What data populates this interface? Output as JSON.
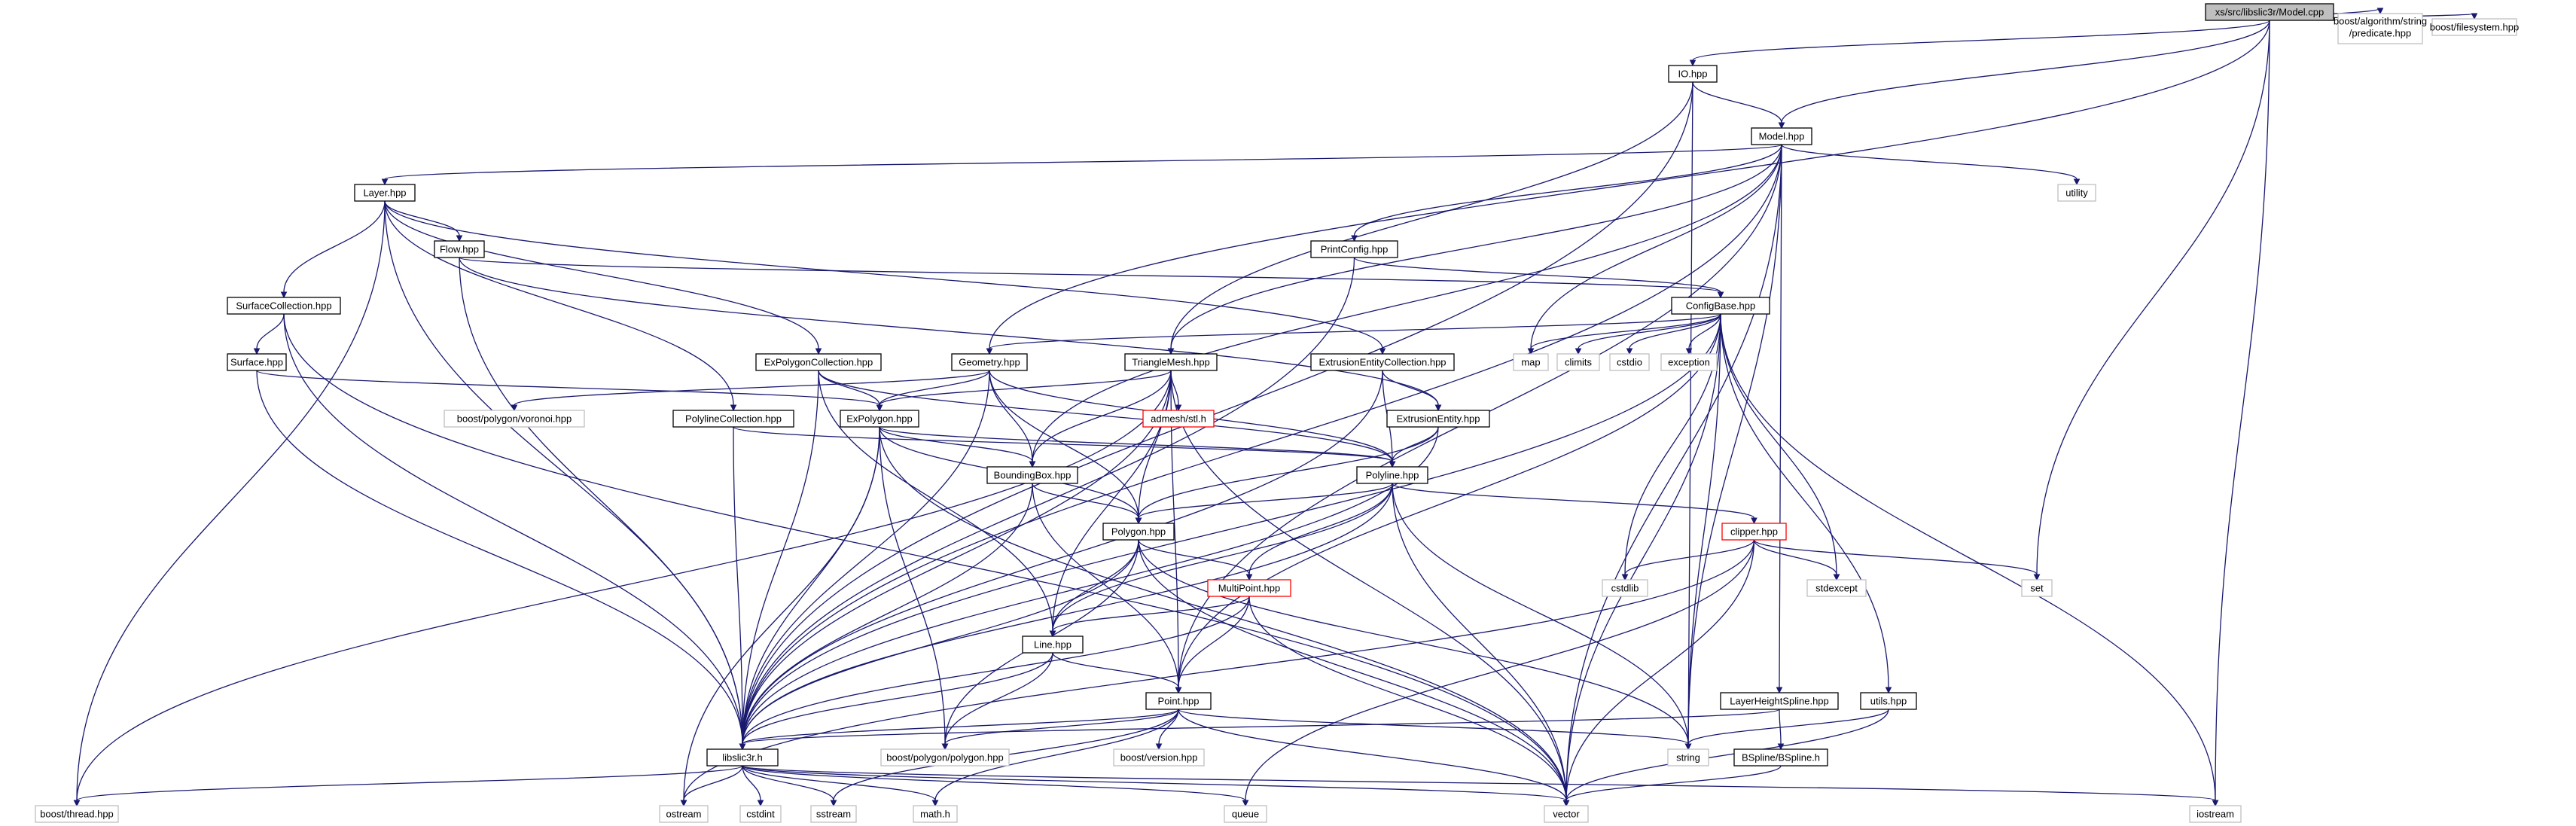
{
  "colors": {
    "edge": "#191970",
    "normal_border": "#000000",
    "normal_fill": "#ffffff",
    "root_border": "#000000",
    "root_fill": "#bfbfbf",
    "red_border": "#ff0000",
    "external_border": "#bfbfbf",
    "text": "#000000"
  },
  "nodes": [
    {
      "id": "model_cpp",
      "label": "xs/src/libslic3r/Model.cpp",
      "kind": "root"
    },
    {
      "id": "io_hpp",
      "label": "IO.hpp",
      "kind": "normal"
    },
    {
      "id": "predicate_hpp",
      "label": [
        "boost/algorithm/string",
        "/predicate.hpp"
      ],
      "kind": "external"
    },
    {
      "id": "filesystem_hpp",
      "label": "boost/filesystem.hpp",
      "kind": "external"
    },
    {
      "id": "model_hpp",
      "label": "Model.hpp",
      "kind": "normal"
    },
    {
      "id": "layer_hpp",
      "label": "Layer.hpp",
      "kind": "normal"
    },
    {
      "id": "utility",
      "label": "utility",
      "kind": "external"
    },
    {
      "id": "flow_hpp",
      "label": "Flow.hpp",
      "kind": "normal"
    },
    {
      "id": "printconfig_hpp",
      "label": "PrintConfig.hpp",
      "kind": "normal"
    },
    {
      "id": "surfacecollection_hpp",
      "label": "SurfaceCollection.hpp",
      "kind": "normal"
    },
    {
      "id": "configbase_hpp",
      "label": "ConfigBase.hpp",
      "kind": "normal"
    },
    {
      "id": "surface_hpp",
      "label": "Surface.hpp",
      "kind": "normal"
    },
    {
      "id": "expolygoncollection_hpp",
      "label": "ExPolygonCollection.hpp",
      "kind": "normal"
    },
    {
      "id": "geometry_hpp",
      "label": "Geometry.hpp",
      "kind": "normal"
    },
    {
      "id": "trianglemesh_hpp",
      "label": "TriangleMesh.hpp",
      "kind": "normal"
    },
    {
      "id": "extrusionentitycollection_hpp",
      "label": "ExtrusionEntityCollection.hpp",
      "kind": "normal"
    },
    {
      "id": "map",
      "label": "map",
      "kind": "external"
    },
    {
      "id": "climits",
      "label": "climits",
      "kind": "external"
    },
    {
      "id": "cstdio",
      "label": "cstdio",
      "kind": "external"
    },
    {
      "id": "exception",
      "label": "exception",
      "kind": "external"
    },
    {
      "id": "voronoi_hpp",
      "label": "boost/polygon/voronoi.hpp",
      "kind": "external"
    },
    {
      "id": "polylinecollection_hpp",
      "label": "PolylineCollection.hpp",
      "kind": "normal"
    },
    {
      "id": "expolygon_hpp",
      "label": "ExPolygon.hpp",
      "kind": "normal"
    },
    {
      "id": "admesh_stl_h",
      "label": "admesh/stl.h",
      "kind": "red"
    },
    {
      "id": "extrusionentity_hpp",
      "label": "ExtrusionEntity.hpp",
      "kind": "normal"
    },
    {
      "id": "boundingbox_hpp",
      "label": "BoundingBox.hpp",
      "kind": "normal"
    },
    {
      "id": "polyline_hpp",
      "label": "Polyline.hpp",
      "kind": "normal"
    },
    {
      "id": "polygon_hpp",
      "label": "Polygon.hpp",
      "kind": "normal"
    },
    {
      "id": "clipper_hpp",
      "label": "clipper.hpp",
      "kind": "red"
    },
    {
      "id": "cstdlib",
      "label": "cstdlib",
      "kind": "external"
    },
    {
      "id": "stdexcept",
      "label": "stdexcept",
      "kind": "external"
    },
    {
      "id": "set",
      "label": "set",
      "kind": "external"
    },
    {
      "id": "multipoint_hpp",
      "label": "MultiPoint.hpp",
      "kind": "red"
    },
    {
      "id": "line_hpp",
      "label": "Line.hpp",
      "kind": "normal"
    },
    {
      "id": "point_hpp",
      "label": "Point.hpp",
      "kind": "normal"
    },
    {
      "id": "layerheightspline_hpp",
      "label": "LayerHeightSpline.hpp",
      "kind": "normal"
    },
    {
      "id": "utils_hpp",
      "label": "utils.hpp",
      "kind": "normal"
    },
    {
      "id": "libslic3r_h",
      "label": "libslic3r.h",
      "kind": "normal"
    },
    {
      "id": "polygon_polygon_hpp",
      "label": "boost/polygon/polygon.hpp",
      "kind": "external"
    },
    {
      "id": "version_hpp",
      "label": "boost/version.hpp",
      "kind": "external"
    },
    {
      "id": "string",
      "label": "string",
      "kind": "external"
    },
    {
      "id": "bspline_h",
      "label": "BSpline/BSpline.h",
      "kind": "normal"
    },
    {
      "id": "thread_hpp",
      "label": "boost/thread.hpp",
      "kind": "external"
    },
    {
      "id": "ostream",
      "label": "ostream",
      "kind": "external"
    },
    {
      "id": "cstdint",
      "label": "cstdint",
      "kind": "external"
    },
    {
      "id": "sstream",
      "label": "sstream",
      "kind": "external"
    },
    {
      "id": "math_h",
      "label": "math.h",
      "kind": "external"
    },
    {
      "id": "queue",
      "label": "queue",
      "kind": "external"
    },
    {
      "id": "vector",
      "label": "vector",
      "kind": "external"
    },
    {
      "id": "iostream",
      "label": "iostream",
      "kind": "external"
    }
  ],
  "edges": [
    [
      "model_cpp",
      "io_hpp"
    ],
    [
      "model_cpp",
      "predicate_hpp"
    ],
    [
      "model_cpp",
      "filesystem_hpp"
    ],
    [
      "model_cpp",
      "model_hpp"
    ],
    [
      "model_cpp",
      "geometry_hpp"
    ],
    [
      "model_cpp",
      "set"
    ],
    [
      "model_cpp",
      "iostream"
    ],
    [
      "io_hpp",
      "model_hpp"
    ],
    [
      "io_hpp",
      "trianglemesh_hpp"
    ],
    [
      "io_hpp",
      "libslic3r_h"
    ],
    [
      "io_hpp",
      "string"
    ],
    [
      "model_hpp",
      "layer_hpp"
    ],
    [
      "model_hpp",
      "utility"
    ],
    [
      "model_hpp",
      "printconfig_hpp"
    ],
    [
      "model_hpp",
      "trianglemesh_hpp"
    ],
    [
      "model_hpp",
      "boundingbox_hpp"
    ],
    [
      "model_hpp",
      "map"
    ],
    [
      "model_hpp",
      "point_hpp"
    ],
    [
      "model_hpp",
      "layerheightspline_hpp"
    ],
    [
      "model_hpp",
      "libslic3r_h"
    ],
    [
      "model_hpp",
      "string"
    ],
    [
      "model_hpp",
      "vector"
    ],
    [
      "layer_hpp",
      "flow_hpp"
    ],
    [
      "layer_hpp",
      "surfacecollection_hpp"
    ],
    [
      "layer_hpp",
      "expolygoncollection_hpp"
    ],
    [
      "layer_hpp",
      "polylinecollection_hpp"
    ],
    [
      "layer_hpp",
      "extrusionentitycollection_hpp"
    ],
    [
      "layer_hpp",
      "libslic3r_h"
    ],
    [
      "layer_hpp",
      "thread_hpp"
    ],
    [
      "flow_hpp",
      "configbase_hpp"
    ],
    [
      "flow_hpp",
      "extrusionentity_hpp"
    ],
    [
      "flow_hpp",
      "libslic3r_h"
    ],
    [
      "printconfig_hpp",
      "configbase_hpp"
    ],
    [
      "printconfig_hpp",
      "libslic3r_h"
    ],
    [
      "surfacecollection_hpp",
      "surface_hpp"
    ],
    [
      "surfacecollection_hpp",
      "vector"
    ],
    [
      "surfacecollection_hpp",
      "libslic3r_h"
    ],
    [
      "surface_hpp",
      "expolygon_hpp"
    ],
    [
      "surface_hpp",
      "libslic3r_h"
    ],
    [
      "configbase_hpp",
      "geometry_hpp"
    ],
    [
      "configbase_hpp",
      "map"
    ],
    [
      "configbase_hpp",
      "climits"
    ],
    [
      "configbase_hpp",
      "cstdio"
    ],
    [
      "configbase_hpp",
      "cstdlib"
    ],
    [
      "configbase_hpp",
      "exception"
    ],
    [
      "configbase_hpp",
      "stdexcept"
    ],
    [
      "configbase_hpp",
      "string"
    ],
    [
      "configbase_hpp",
      "vector"
    ],
    [
      "configbase_hpp",
      "iostream"
    ],
    [
      "configbase_hpp",
      "point_hpp"
    ],
    [
      "configbase_hpp",
      "utils_hpp"
    ],
    [
      "configbase_hpp",
      "libslic3r_h"
    ],
    [
      "expolygoncollection_hpp",
      "expolygon_hpp"
    ],
    [
      "expolygoncollection_hpp",
      "line_hpp"
    ],
    [
      "expolygoncollection_hpp",
      "polyline_hpp"
    ],
    [
      "expolygoncollection_hpp",
      "libslic3r_h"
    ],
    [
      "geometry_hpp",
      "boundingbox_hpp"
    ],
    [
      "geometry_hpp",
      "expolygon_hpp"
    ],
    [
      "geometry_hpp",
      "polygon_hpp"
    ],
    [
      "geometry_hpp",
      "polyline_hpp"
    ],
    [
      "geometry_hpp",
      "voronoi_hpp"
    ],
    [
      "geometry_hpp",
      "libslic3r_h"
    ],
    [
      "trianglemesh_hpp",
      "admesh_stl_h"
    ],
    [
      "trianglemesh_hpp",
      "expolygon_hpp"
    ],
    [
      "trianglemesh_hpp",
      "boundingbox_hpp"
    ],
    [
      "trianglemesh_hpp",
      "line_hpp"
    ],
    [
      "trianglemesh_hpp",
      "point_hpp"
    ],
    [
      "trianglemesh_hpp",
      "polygon_hpp"
    ],
    [
      "trianglemesh_hpp",
      "vector"
    ],
    [
      "trianglemesh_hpp",
      "libslic3r_h"
    ],
    [
      "trianglemesh_hpp",
      "thread_hpp"
    ],
    [
      "extrusionentitycollection_hpp",
      "extrusionentity_hpp"
    ],
    [
      "extrusionentitycollection_hpp",
      "polyline_hpp"
    ],
    [
      "extrusionentitycollection_hpp",
      "libslic3r_h"
    ],
    [
      "polylinecollection_hpp",
      "polyline_hpp"
    ],
    [
      "polylinecollection_hpp",
      "libslic3r_h"
    ],
    [
      "expolygon_hpp",
      "boundingbox_hpp"
    ],
    [
      "expolygon_hpp",
      "polygon_hpp"
    ],
    [
      "expolygon_hpp",
      "polyline_hpp"
    ],
    [
      "expolygon_hpp",
      "libslic3r_h"
    ],
    [
      "expolygon_hpp",
      "ostream"
    ],
    [
      "expolygon_hpp",
      "polygon_polygon_hpp"
    ],
    [
      "expolygon_hpp",
      "vector"
    ],
    [
      "extrusionentity_hpp",
      "polygon_hpp"
    ],
    [
      "extrusionentity_hpp",
      "polyline_hpp"
    ],
    [
      "extrusionentity_hpp",
      "libslic3r_h"
    ],
    [
      "boundingbox_hpp",
      "polygon_hpp"
    ],
    [
      "boundingbox_hpp",
      "point_hpp"
    ],
    [
      "boundingbox_hpp",
      "libslic3r_h"
    ],
    [
      "polyline_hpp",
      "polygon_hpp"
    ],
    [
      "polyline_hpp",
      "multipoint_hpp"
    ],
    [
      "polyline_hpp",
      "line_hpp"
    ],
    [
      "polyline_hpp",
      "clipper_hpp"
    ],
    [
      "polyline_hpp",
      "libslic3r_h"
    ],
    [
      "polyline_hpp",
      "string"
    ],
    [
      "polyline_hpp",
      "vector"
    ],
    [
      "polygon_hpp",
      "multipoint_hpp"
    ],
    [
      "polygon_hpp",
      "line_hpp"
    ],
    [
      "polygon_hpp",
      "libslic3r_h"
    ],
    [
      "polygon_hpp",
      "polygon_polygon_hpp"
    ],
    [
      "polygon_hpp",
      "string"
    ],
    [
      "polygon_hpp",
      "vector"
    ],
    [
      "clipper_hpp",
      "cstdlib"
    ],
    [
      "clipper_hpp",
      "stdexcept"
    ],
    [
      "clipper_hpp",
      "set"
    ],
    [
      "clipper_hpp",
      "vector"
    ],
    [
      "clipper_hpp",
      "queue"
    ],
    [
      "clipper_hpp",
      "ostream"
    ],
    [
      "multipoint_hpp",
      "line_hpp"
    ],
    [
      "multipoint_hpp",
      "point_hpp"
    ],
    [
      "multipoint_hpp",
      "libslic3r_h"
    ],
    [
      "multipoint_hpp",
      "vector"
    ],
    [
      "line_hpp",
      "point_hpp"
    ],
    [
      "line_hpp",
      "libslic3r_h"
    ],
    [
      "line_hpp",
      "polygon_polygon_hpp"
    ],
    [
      "point_hpp",
      "libslic3r_h"
    ],
    [
      "point_hpp",
      "polygon_polygon_hpp"
    ],
    [
      "point_hpp",
      "version_hpp"
    ],
    [
      "point_hpp",
      "string"
    ],
    [
      "point_hpp",
      "vector"
    ],
    [
      "point_hpp",
      "math_h"
    ],
    [
      "point_hpp",
      "sstream"
    ],
    [
      "layerheightspline_hpp",
      "bspline_h"
    ],
    [
      "layerheightspline_hpp",
      "libslic3r_h"
    ],
    [
      "utils_hpp",
      "string"
    ],
    [
      "utils_hpp",
      "vector"
    ],
    [
      "bspline_h",
      "vector"
    ],
    [
      "libslic3r_h",
      "thread_hpp"
    ],
    [
      "libslic3r_h",
      "ostream"
    ],
    [
      "libslic3r_h",
      "cstdint"
    ],
    [
      "libslic3r_h",
      "sstream"
    ],
    [
      "libslic3r_h",
      "math_h"
    ],
    [
      "libslic3r_h",
      "queue"
    ],
    [
      "libslic3r_h",
      "vector"
    ],
    [
      "libslic3r_h",
      "iostream"
    ]
  ]
}
